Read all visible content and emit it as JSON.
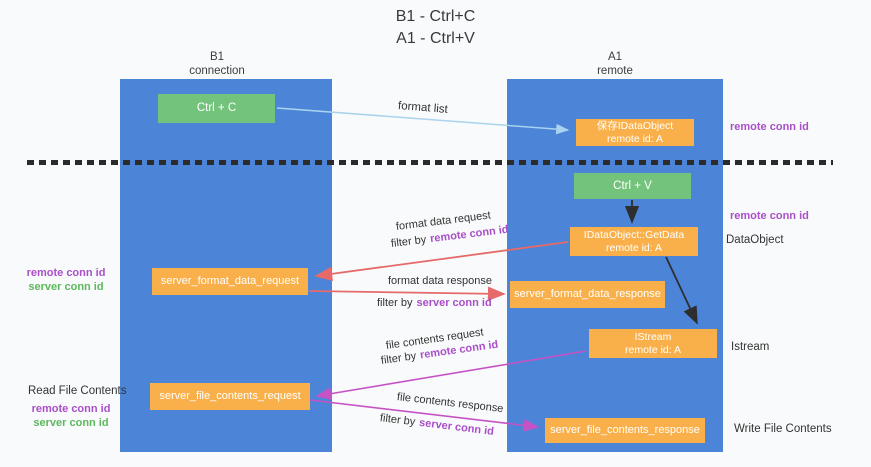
{
  "title": {
    "line1": "B1 - Ctrl+C",
    "line2": "A1 - Ctrl+V"
  },
  "columns": {
    "left": {
      "name": "B1",
      "role": "connection"
    },
    "right": {
      "name": "A1",
      "role": "remote"
    }
  },
  "boxes": {
    "ctrl_c": {
      "label": "Ctrl + C"
    },
    "save_idataobject": {
      "line1": "保存IDataObject",
      "line2": "remote id: A"
    },
    "ctrl_v": {
      "label": "Ctrl + V"
    },
    "getdata": {
      "line1": "IDataObject::GetData",
      "line2": "remote id: A"
    },
    "format_request": {
      "label": "server_format_data_request"
    },
    "format_response": {
      "label": "server_format_data_response"
    },
    "istream": {
      "line1": "IStream",
      "line2": "remote id: A"
    },
    "file_request": {
      "label": "server_file_contents_request"
    },
    "file_response": {
      "label": "server_file_contents_response"
    }
  },
  "arrow_labels": {
    "format_list": "format list",
    "format_data_request": "format data request",
    "format_data_response": "format data response",
    "file_contents_request": "file contents request",
    "file_contents_response": "file contents response",
    "filter_by": "filter by",
    "remote_conn_id": "remote conn id",
    "server_conn_id": "server conn id"
  },
  "side_labels": {
    "remote_conn_id": "remote conn id",
    "server_conn_id": "server conn id",
    "dataobject": "DataObject",
    "istream": "Istream",
    "read_file_contents": "Read File Contents",
    "write_file_contents": "Write File Contents"
  },
  "colors": {
    "column_blue": "#4c84d8",
    "box_orange": "#f9b04a",
    "box_green": "#74c37c",
    "arrow_lightblue": "#a9d3ee",
    "arrow_red": "#e66a6a",
    "arrow_magenta": "#c653c6",
    "text_purple": "#a94fc8",
    "text_green": "#5cb85c"
  }
}
